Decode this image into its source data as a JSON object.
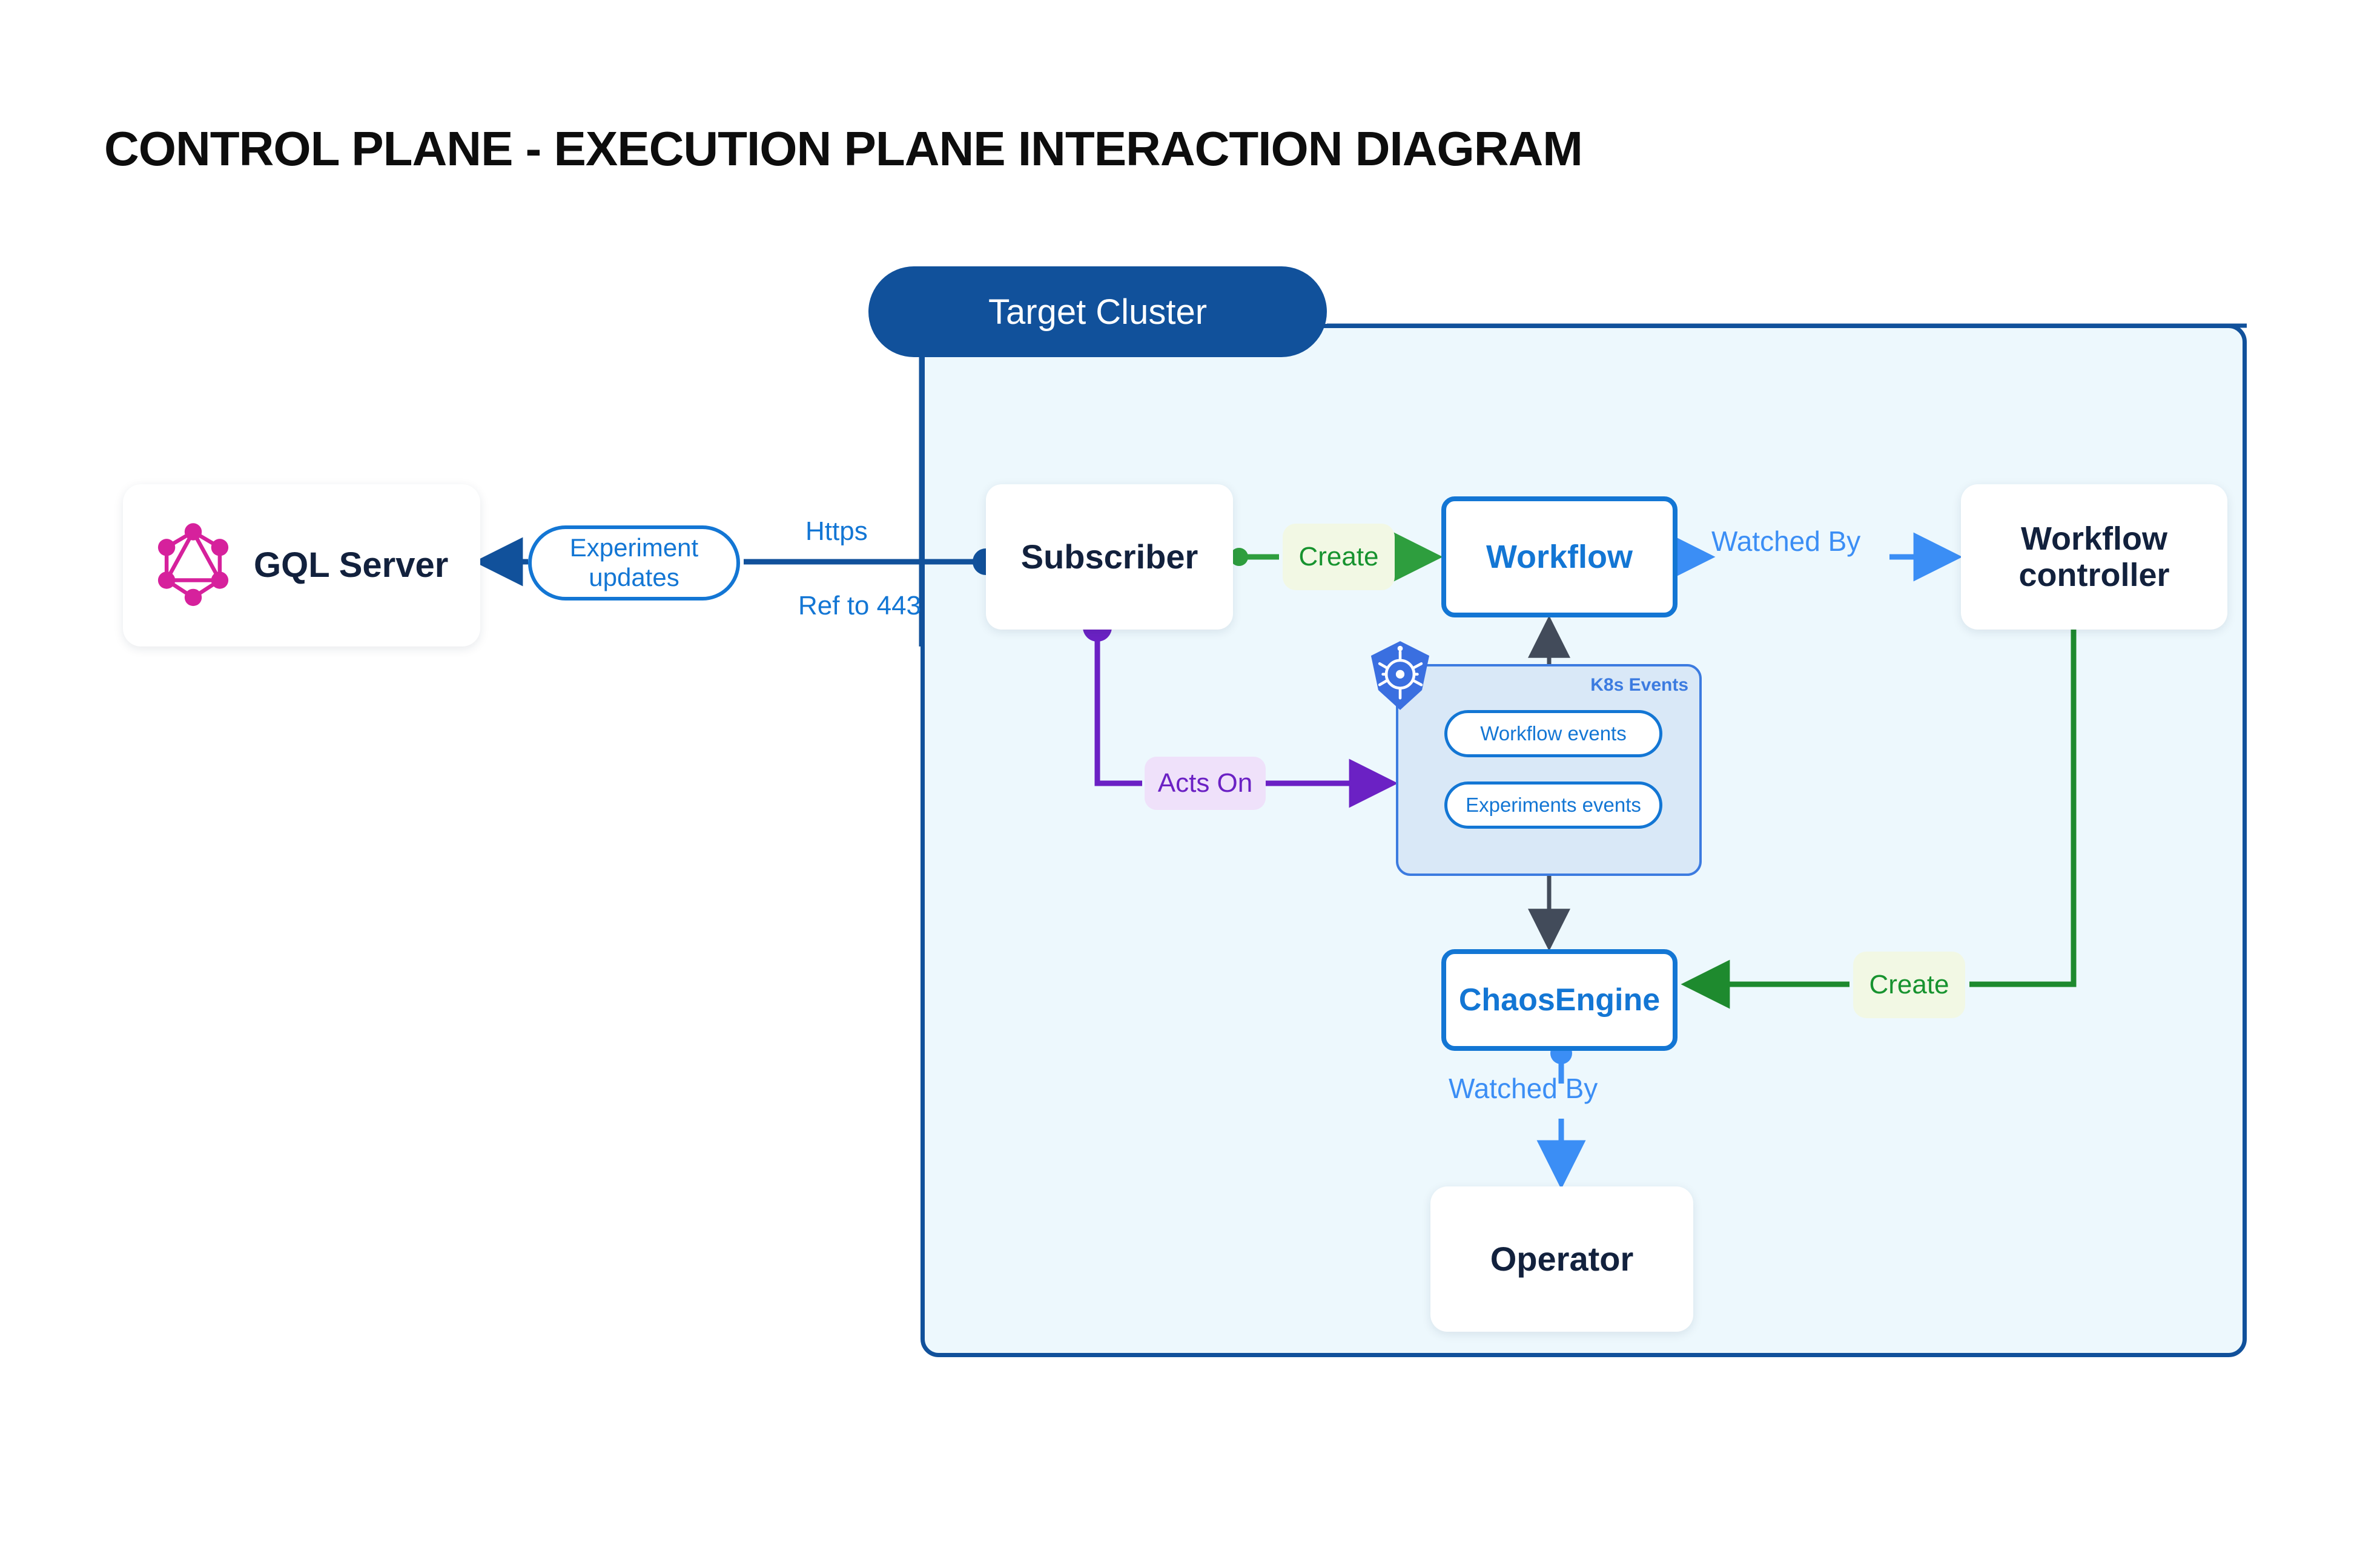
{
  "page": {
    "title": "CONTROL PLANE - EXECUTION PLANE INTERACTION DIAGRAM"
  },
  "colors": {
    "cluster_border": "#11519B",
    "cluster_fill": "#EDF8FD",
    "cluster_badge": "#11519B",
    "node_text": "#12213d",
    "accent_blue": "#1376D4",
    "light_blue": "#3B8EF5",
    "green": "#17932F",
    "dark_green": "#1E8A2E",
    "purple": "#6B21C4",
    "graphql_pink": "#D6219C",
    "k8s_blue": "#3C7BE0",
    "k8s_fill": "#D9E8F7",
    "arrow_dark": "#424B5A"
  },
  "cluster": {
    "badge_label": "Target Cluster"
  },
  "nodes": {
    "gql_server": {
      "label": "GQL Server",
      "icon": "graphql-logo-icon"
    },
    "subscriber": {
      "label": "Subscriber"
    },
    "workflow": {
      "label": "Workflow"
    },
    "workflow_controller": {
      "label": "Workflow\ncontroller",
      "line1": "Workflow",
      "line2": "controller"
    },
    "chaos_engine": {
      "label": "ChaosEngine"
    },
    "operator": {
      "label": "Operator"
    }
  },
  "k8s_events": {
    "group_label": "K8s Events",
    "icon": "kubernetes-helm-icon",
    "pills": [
      {
        "label": "Workflow events"
      },
      {
        "label": "Experiments events"
      }
    ]
  },
  "edge_labels": {
    "experiment_updates": "Experiment updates",
    "experiment_updates_line1": "Experiment",
    "experiment_updates_line2": "updates",
    "https": "Https",
    "ref_to_443": "Ref to 443",
    "create_subscriber_workflow": "Create",
    "watched_by_workflow_controller": "Watched By",
    "acts_on": "Acts On",
    "create_controller_chaosengine": "Create",
    "watched_by_operator": "Watched By"
  }
}
